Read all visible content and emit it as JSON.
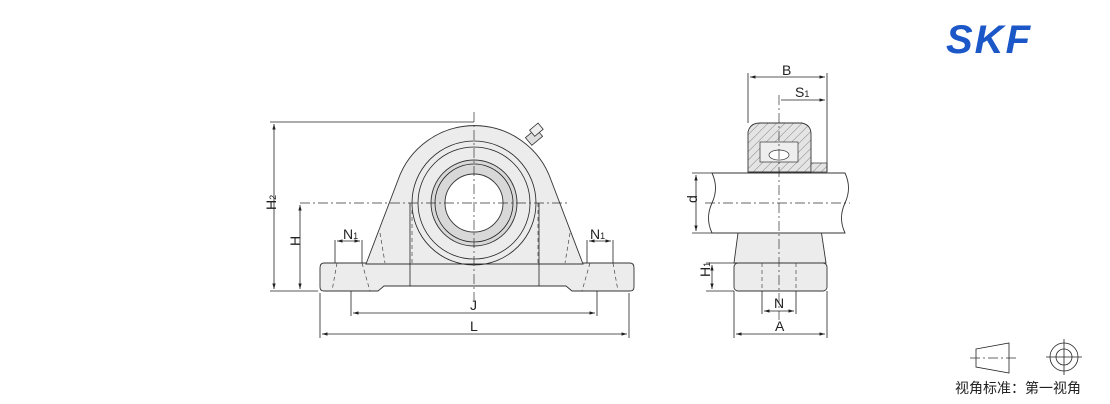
{
  "brand": {
    "logo_text": "SKF",
    "color": "#1c57c8"
  },
  "front_view": {
    "labels": {
      "H2": "H",
      "H2_sub": "2",
      "H": "H",
      "N1_left": "N",
      "N1_left_sub": "1",
      "N1_right": "N",
      "N1_right_sub": "1",
      "J": "J",
      "L": "L"
    }
  },
  "side_view": {
    "labels": {
      "B": "B",
      "S1": "S",
      "S1_sub": "1",
      "d": "d",
      "H1": "H",
      "H1_sub": "1",
      "N": "N",
      "A": "A"
    }
  },
  "projection": {
    "caption": "视角标准：第一视角"
  }
}
